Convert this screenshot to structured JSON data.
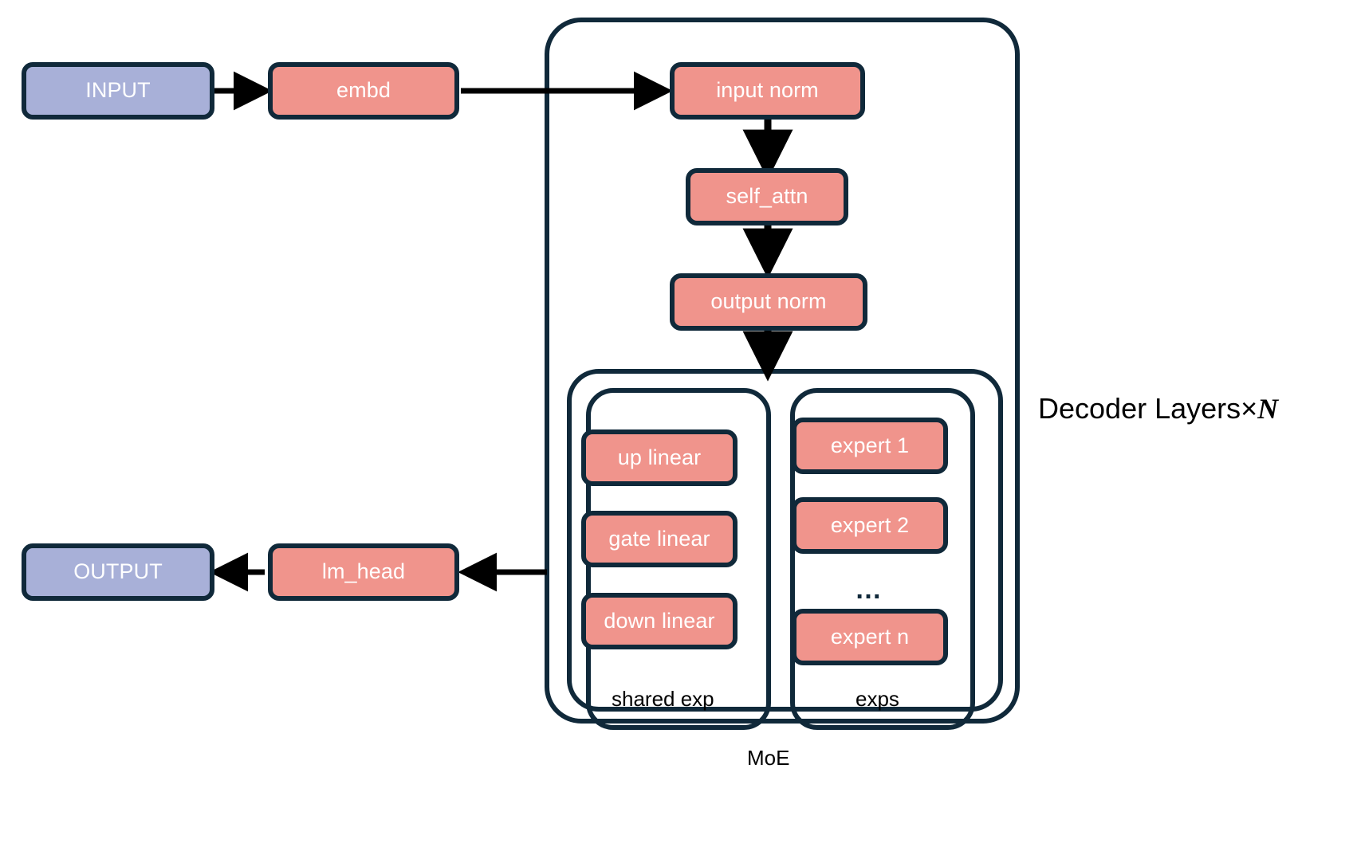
{
  "diagram": {
    "title_label": "Decoder Layers×",
    "title_var": "N",
    "colors": {
      "accent": "#f0948c",
      "io": "#a8b0d8",
      "stroke": "#10293a",
      "background": "#ffffff",
      "text_on_node": "#ffffff",
      "caption_text": "#000000"
    },
    "nodes": {
      "input": "INPUT",
      "embd": "embd",
      "input_norm": "input norm",
      "self_attn": "self_attn",
      "output_norm": "output norm",
      "up_linear": "up linear",
      "gate_linear": "gate linear",
      "down_linear": "down linear",
      "expert_1": "expert 1",
      "expert_2": "expert 2",
      "expert_n": "expert n",
      "experts_ellipsis": "…",
      "lm_head": "lm_head",
      "output": "OUTPUT"
    },
    "groups": {
      "decoder": "Decoder Layers×N",
      "moe": "MoE",
      "shared_exp": "shared exp",
      "exps": "exps"
    },
    "edges": [
      {
        "from": "INPUT",
        "to": "embd"
      },
      {
        "from": "embd",
        "to": "input norm"
      },
      {
        "from": "input norm",
        "to": "self_attn"
      },
      {
        "from": "self_attn",
        "to": "output norm"
      },
      {
        "from": "output norm",
        "to": "MoE"
      },
      {
        "from": "Decoder Layers",
        "to": "lm_head"
      },
      {
        "from": "lm_head",
        "to": "OUTPUT"
      }
    ]
  }
}
